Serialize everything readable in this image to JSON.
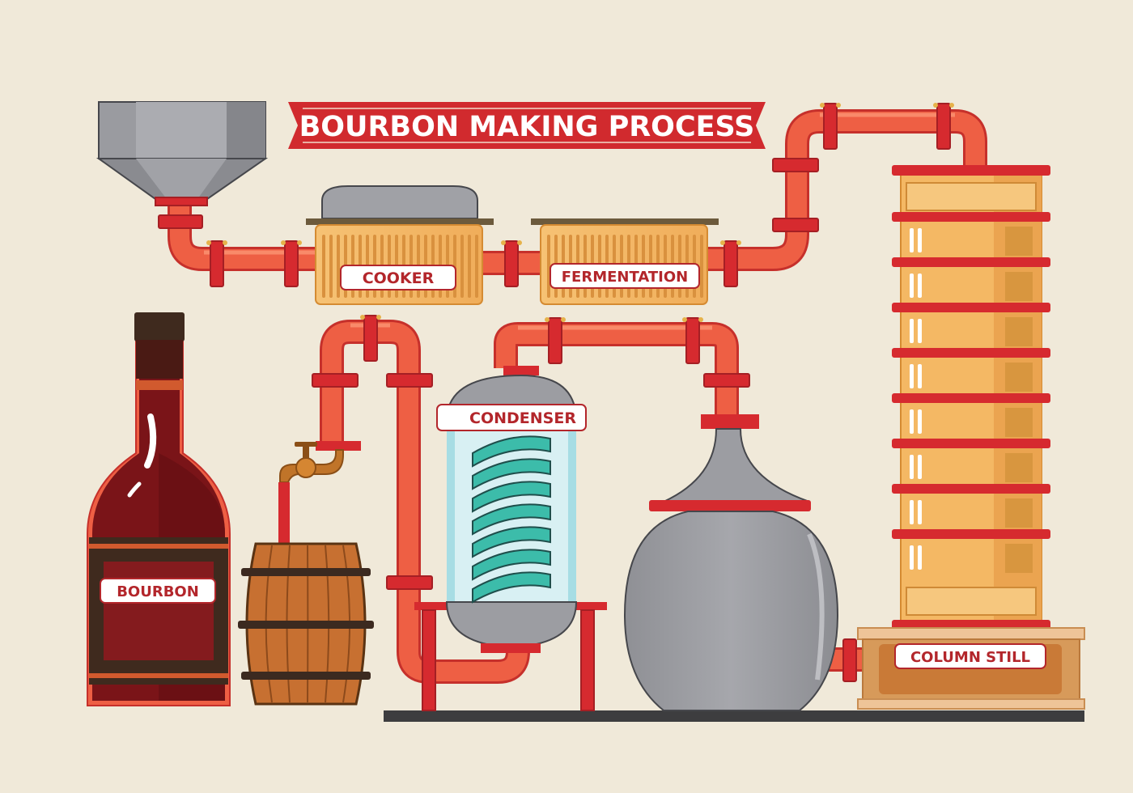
{
  "title": "BOURBON MAKING PROCESS",
  "labels": {
    "cooker": "COOKER",
    "fermentation": "FERMENTATION",
    "condenser": "CONDENSER",
    "column_still": "COLUMN STILL",
    "bourbon": "BOURBON"
  },
  "colors": {
    "background": "#f0e9d9",
    "pipe": "#ee5f44",
    "pipe_outline": "#c6302b",
    "flange": "#d62a2f",
    "banner": "#d12a2e",
    "tank": "#f4b560",
    "metal": "#9d9ea3",
    "coil": "#3cbcaa",
    "bottle": "#7a1418",
    "barrel": "#c77031"
  }
}
